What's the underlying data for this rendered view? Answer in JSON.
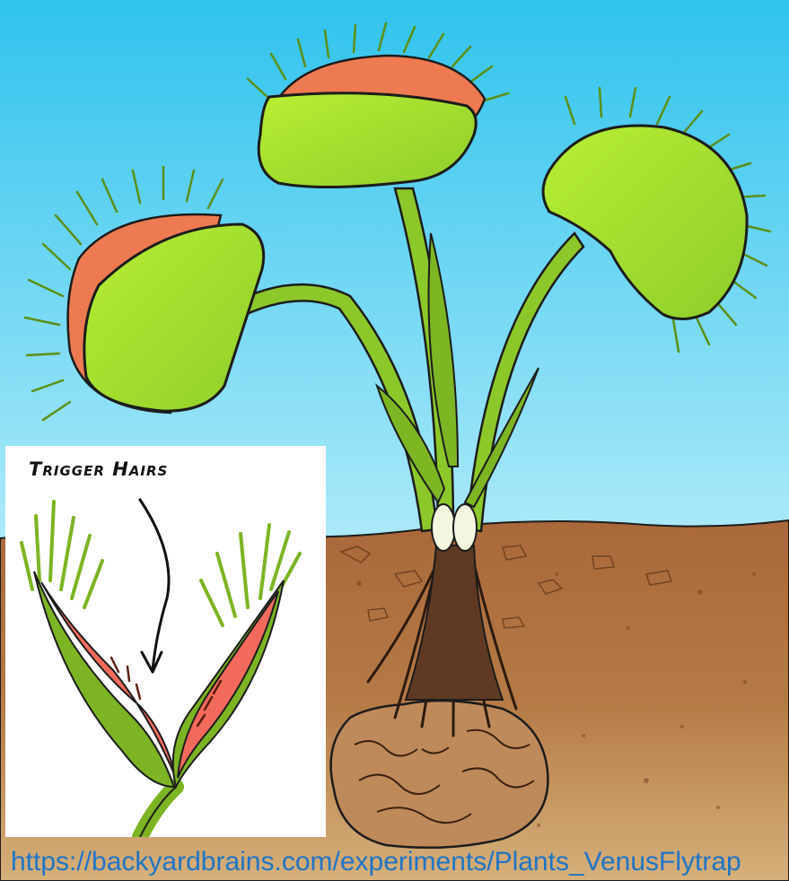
{
  "illustration": {
    "subject": "venus-flytrap-plant",
    "palette": {
      "sky_top": "#2fc3ee",
      "sky_bottom": "#b4ecf9",
      "soil": "#b17340",
      "soil_dark": "#7a4522",
      "leaf_green": "#9bd92b",
      "leaf_light": "#b6ee2f",
      "trap_inner": "#ee7a52",
      "root_ball": "#bf8a5a",
      "stem_base": "#f3f7df",
      "outline": "#1c1c1c"
    }
  },
  "inset": {
    "label": "Trigger Hairs",
    "trap_inner_color": "#f26a5c",
    "trap_rim_color": "#7cb423"
  },
  "caption": {
    "url": "https://backyardbrains.com/experiments/Plants_VenusFlytrap",
    "color": "#1f75c6"
  }
}
